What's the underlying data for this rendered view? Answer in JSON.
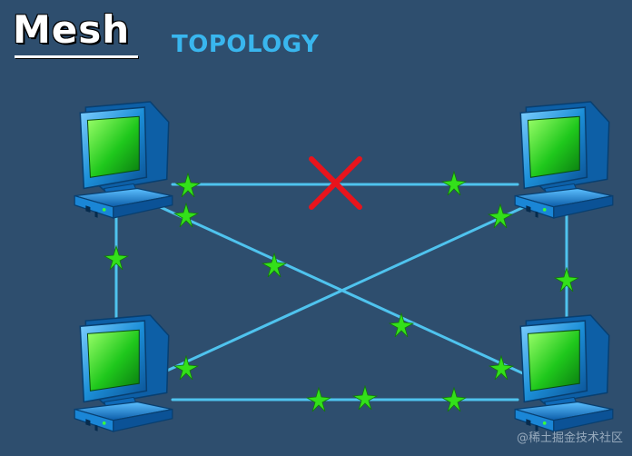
{
  "title": {
    "main": "Mesh",
    "sub": "TOPOLOGY"
  },
  "watermark": "@稀土掘金技术社区",
  "colors": {
    "background": "#2e4e6e",
    "link": "#4fc3ee",
    "signal_star": "#33e01a",
    "broken_link_mark": "#e8141c",
    "computer_body": "#1c8fd8",
    "screen": "#1fc81c"
  },
  "nodes": [
    "computer-top-left",
    "computer-top-right",
    "computer-bottom-left",
    "computer-bottom-right"
  ],
  "links": [
    {
      "from": "computer-top-left",
      "to": "computer-top-right",
      "status": "broken"
    },
    {
      "from": "computer-top-left",
      "to": "computer-bottom-left",
      "status": "active"
    },
    {
      "from": "computer-top-right",
      "to": "computer-bottom-right",
      "status": "active"
    },
    {
      "from": "computer-bottom-left",
      "to": "computer-bottom-right",
      "status": "active"
    },
    {
      "from": "computer-top-left",
      "to": "computer-bottom-right",
      "status": "active"
    },
    {
      "from": "computer-top-right",
      "to": "computer-bottom-left",
      "status": "active"
    }
  ]
}
